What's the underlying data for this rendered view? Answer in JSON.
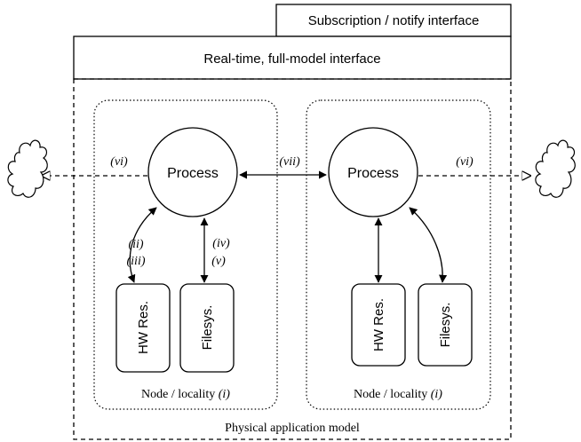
{
  "interfaces": {
    "subscription": "Subscription / notify interface",
    "realtime": "Real-time, full-model interface"
  },
  "model": {
    "caption": "Physical application model"
  },
  "left_node": {
    "process": "Process",
    "hw": "HW Res.",
    "fs": "Filesys.",
    "caption_prefix": "Node / locality",
    "caption_tag": "(i)",
    "label_ii": "(ii)",
    "label_iii": "(iii)",
    "label_iv": "(iv)",
    "label_v": "(v)",
    "label_vi": "(vi)"
  },
  "right_node": {
    "process": "Process",
    "hw": "HW Res.",
    "fs": "Filesys.",
    "caption_prefix": "Node / locality",
    "caption_tag": "(i)",
    "label_vi": "(vi)"
  },
  "link": {
    "label_vii": "(vii)"
  }
}
